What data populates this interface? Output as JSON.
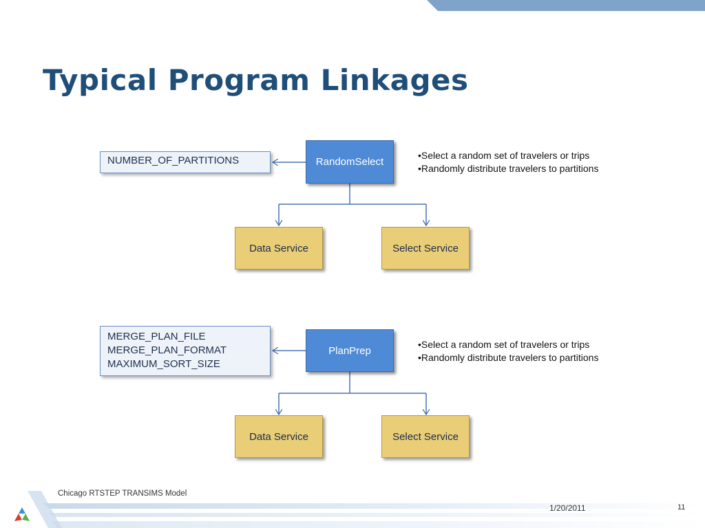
{
  "slide": {
    "title": "Typical Program Linkages",
    "footer": "Chicago RTSTEP TRANSIMS Model",
    "date": "1/20/2011",
    "page_number": "11"
  },
  "group1": {
    "program": "RandomSelect",
    "params": [
      "NUMBER_OF_PARTITIONS"
    ],
    "notes": [
      "•Select a random set of travelers or trips",
      "•Randomly distribute travelers to partitions"
    ],
    "service_left": "Data Service",
    "service_right": "Select Service"
  },
  "group2": {
    "program": "PlanPrep",
    "params": [
      "MERGE_PLAN_FILE",
      "MERGE_PLAN_FORMAT",
      "MAXIMUM_SORT_SIZE"
    ],
    "notes": [
      "•Select a random set of travelers or trips",
      "•Randomly distribute travelers to partitions"
    ],
    "service_left": "Data Service",
    "service_right": "Select Service"
  },
  "colors": {
    "title": "#1f4e79",
    "program_box": "#4f8ad6",
    "service_box": "#e9cd77",
    "param_box": "#eef3fa",
    "connector": "#4a72b0",
    "band": "#7fa3c9"
  },
  "icons": {
    "logo": "tricolor-triangle-logo"
  }
}
